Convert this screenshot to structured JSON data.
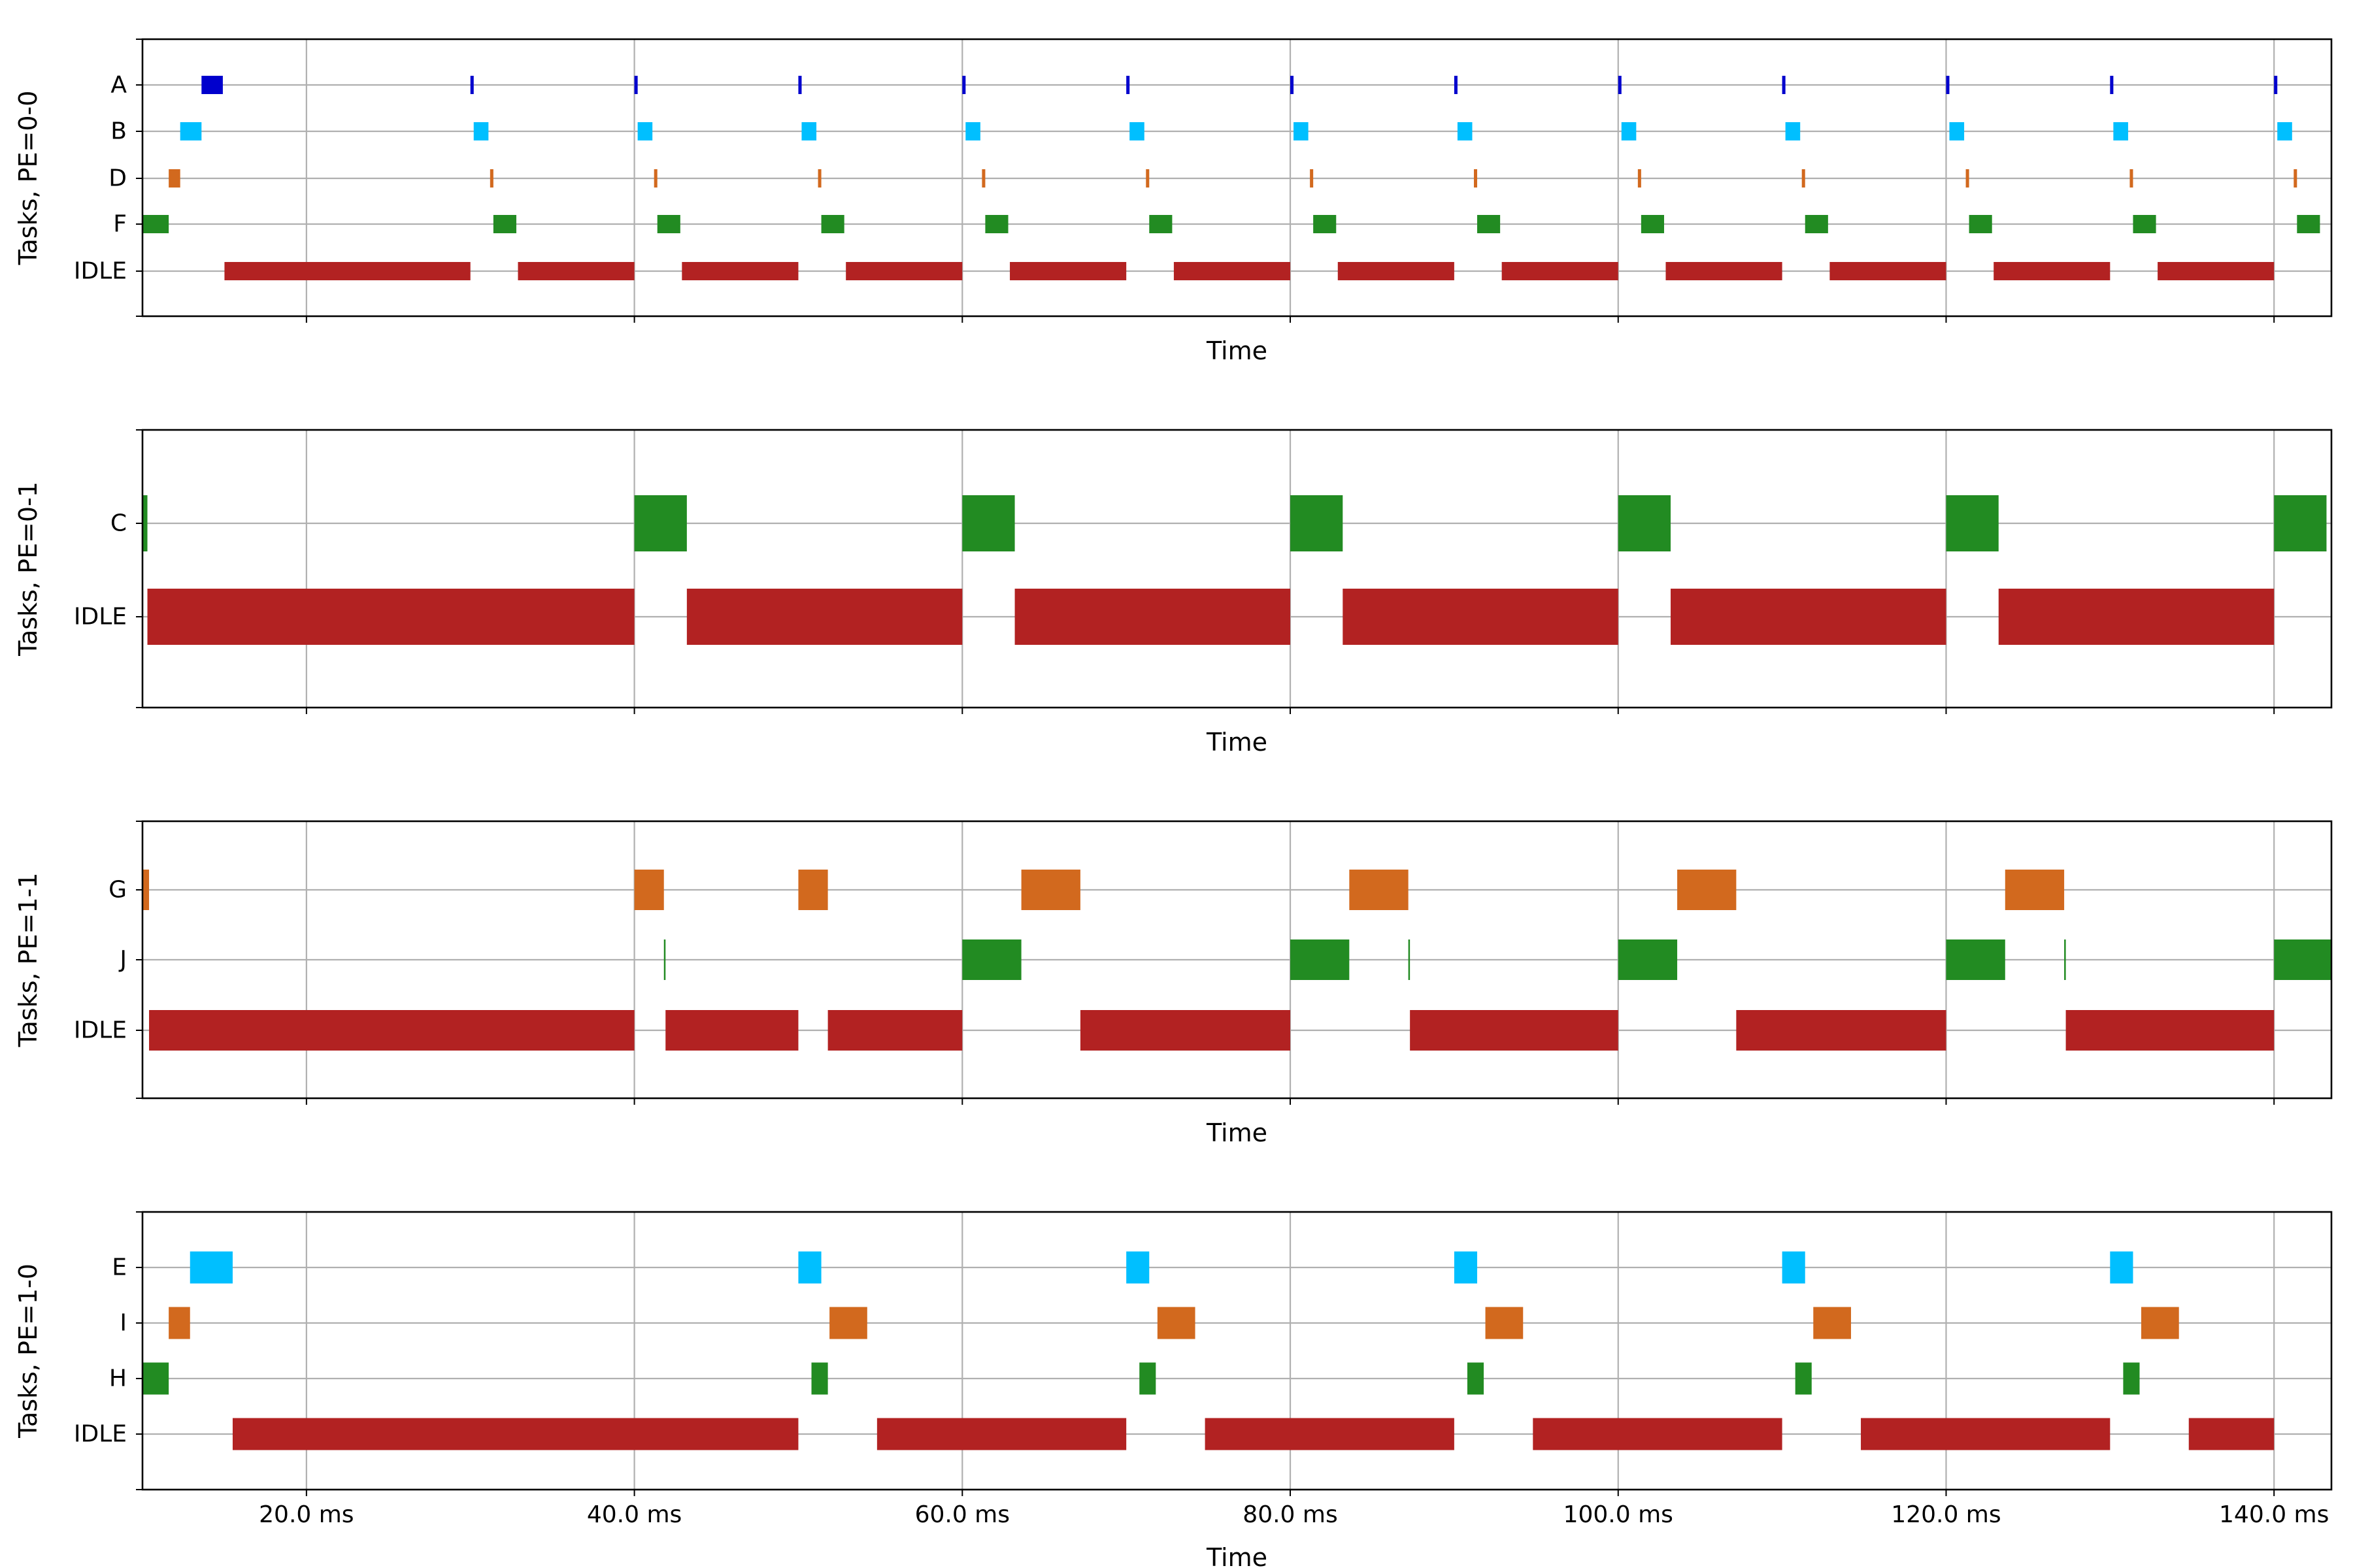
{
  "chart_data": [
    {
      "type": "gantt",
      "ylabel": "Tasks, PE=0-0",
      "xlabel": "Time",
      "xlim": [
        10.0,
        143.5
      ],
      "grid": true,
      "tasks": [
        {
          "name": "A",
          "color": "#0000cd",
          "segments": [
            [
              13.6,
              14.9
            ],
            [
              30.0,
              30.2
            ],
            [
              40.0,
              40.2
            ],
            [
              50.0,
              50.2
            ],
            [
              60.0,
              60.2
            ],
            [
              70.0,
              70.2
            ],
            [
              80.0,
              80.2
            ],
            [
              90.0,
              90.2
            ],
            [
              100.0,
              100.2
            ],
            [
              110.0,
              110.2
            ],
            [
              120.0,
              120.2
            ],
            [
              130.0,
              130.2
            ],
            [
              140.0,
              140.2
            ]
          ]
        },
        {
          "name": "B",
          "color": "#00bfff",
          "segments": [
            [
              12.3,
              13.6
            ],
            [
              30.2,
              31.1
            ],
            [
              40.2,
              41.1
            ],
            [
              50.2,
              51.1
            ],
            [
              60.2,
              61.1
            ],
            [
              70.2,
              71.1
            ],
            [
              80.2,
              81.1
            ],
            [
              90.2,
              91.1
            ],
            [
              100.2,
              101.1
            ],
            [
              110.2,
              111.1
            ],
            [
              120.2,
              121.1
            ],
            [
              130.2,
              131.1
            ],
            [
              140.2,
              141.1
            ]
          ]
        },
        {
          "name": "D",
          "color": "#d2691e",
          "segments": [
            [
              11.6,
              12.3
            ],
            [
              31.2,
              31.4
            ],
            [
              41.2,
              41.4
            ],
            [
              51.2,
              51.4
            ],
            [
              61.2,
              61.4
            ],
            [
              71.2,
              71.4
            ],
            [
              81.2,
              81.4
            ],
            [
              91.2,
              91.4
            ],
            [
              101.2,
              101.4
            ],
            [
              111.2,
              111.4
            ],
            [
              121.2,
              121.4
            ],
            [
              131.2,
              131.4
            ],
            [
              141.2,
              141.4
            ]
          ]
        },
        {
          "name": "F",
          "color": "#228b22",
          "segments": [
            [
              10.0,
              11.6
            ],
            [
              31.4,
              32.8
            ],
            [
              41.4,
              42.8
            ],
            [
              51.4,
              52.8
            ],
            [
              61.4,
              62.8
            ],
            [
              71.4,
              72.8
            ],
            [
              81.4,
              82.8
            ],
            [
              91.4,
              92.8
            ],
            [
              101.4,
              102.8
            ],
            [
              111.4,
              112.8
            ],
            [
              121.4,
              122.8
            ],
            [
              131.4,
              132.8
            ],
            [
              141.4,
              142.8
            ]
          ]
        },
        {
          "name": "IDLE",
          "color": "#b22222",
          "segments": [
            [
              15.0,
              30.0
            ],
            [
              32.9,
              40.0
            ],
            [
              42.9,
              50.0
            ],
            [
              52.9,
              60.0
            ],
            [
              62.9,
              70.0
            ],
            [
              72.9,
              80.0
            ],
            [
              82.9,
              90.0
            ],
            [
              92.9,
              100.0
            ],
            [
              102.9,
              110.0
            ],
            [
              112.9,
              120.0
            ],
            [
              122.9,
              130.0
            ],
            [
              132.9,
              140.0
            ]
          ]
        }
      ]
    },
    {
      "type": "gantt",
      "ylabel": "Tasks, PE=0-1",
      "xlabel": "Time",
      "xlim": [
        10.0,
        143.5
      ],
      "grid": true,
      "tasks": [
        {
          "name": "C",
          "color": "#228b22",
          "segments": [
            [
              10.0,
              10.3
            ],
            [
              40.0,
              43.2
            ],
            [
              60.0,
              63.2
            ],
            [
              80.0,
              83.2
            ],
            [
              100.0,
              103.2
            ],
            [
              120.0,
              123.2
            ],
            [
              140.0,
              143.2
            ]
          ]
        },
        {
          "name": "IDLE",
          "color": "#b22222",
          "segments": [
            [
              10.3,
              40.0
            ],
            [
              43.2,
              60.0
            ],
            [
              63.2,
              80.0
            ],
            [
              83.2,
              100.0
            ],
            [
              103.2,
              120.0
            ],
            [
              123.2,
              140.0
            ]
          ]
        }
      ]
    },
    {
      "type": "gantt",
      "ylabel": "Tasks, PE=1-1",
      "xlabel": "Time",
      "xlim": [
        10.0,
        143.5
      ],
      "grid": true,
      "tasks": [
        {
          "name": "G",
          "color": "#d2691e",
          "segments": [
            [
              10.0,
              10.4
            ],
            [
              40.0,
              41.8
            ],
            [
              50.0,
              51.8
            ],
            [
              63.6,
              67.2
            ],
            [
              83.6,
              87.2
            ],
            [
              103.6,
              107.2
            ],
            [
              123.6,
              127.2
            ]
          ]
        },
        {
          "name": "J",
          "color": "#228b22",
          "segments": [
            [
              41.8,
              41.9
            ],
            [
              60.0,
              63.6
            ],
            [
              80.0,
              83.6
            ],
            [
              87.2,
              87.3
            ],
            [
              100.0,
              103.6
            ],
            [
              120.0,
              123.6
            ],
            [
              127.2,
              127.3
            ],
            [
              140.0,
              143.6
            ]
          ]
        },
        {
          "name": "IDLE",
          "color": "#b22222",
          "segments": [
            [
              10.4,
              40.0
            ],
            [
              41.9,
              50.0
            ],
            [
              51.8,
              60.0
            ],
            [
              67.2,
              80.0
            ],
            [
              87.3,
              100.0
            ],
            [
              107.2,
              120.0
            ],
            [
              127.3,
              140.0
            ]
          ]
        }
      ]
    },
    {
      "type": "gantt",
      "ylabel": "Tasks, PE=1-0",
      "xlabel": "Time",
      "xlim": [
        10.0,
        143.5
      ],
      "grid": true,
      "x_tick_labels": [
        "20.0 ms",
        "40.0 ms",
        "60.0 ms",
        "80.0 ms",
        "100.0 ms",
        "120.0 ms",
        "140.0 ms"
      ],
      "tasks": [
        {
          "name": "E",
          "color": "#00bfff",
          "segments": [
            [
              12.9,
              15.5
            ],
            [
              50.0,
              51.4
            ],
            [
              70.0,
              71.4
            ],
            [
              90.0,
              91.4
            ],
            [
              110.0,
              111.4
            ],
            [
              130.0,
              131.4
            ]
          ]
        },
        {
          "name": "I",
          "color": "#d2691e",
          "segments": [
            [
              11.6,
              12.9
            ],
            [
              51.9,
              54.2
            ],
            [
              71.9,
              74.2
            ],
            [
              91.9,
              94.2
            ],
            [
              111.9,
              114.2
            ],
            [
              131.9,
              134.2
            ]
          ]
        },
        {
          "name": "H",
          "color": "#228b22",
          "segments": [
            [
              10.0,
              11.6
            ],
            [
              50.8,
              51.8
            ],
            [
              70.8,
              71.8
            ],
            [
              90.8,
              91.8
            ],
            [
              110.8,
              111.8
            ],
            [
              130.8,
              131.8
            ]
          ]
        },
        {
          "name": "IDLE",
          "color": "#b22222",
          "segments": [
            [
              15.5,
              50.0
            ],
            [
              54.8,
              70.0
            ],
            [
              74.8,
              90.0
            ],
            [
              94.8,
              110.0
            ],
            [
              114.8,
              130.0
            ],
            [
              134.8,
              140.0
            ]
          ]
        }
      ]
    }
  ]
}
